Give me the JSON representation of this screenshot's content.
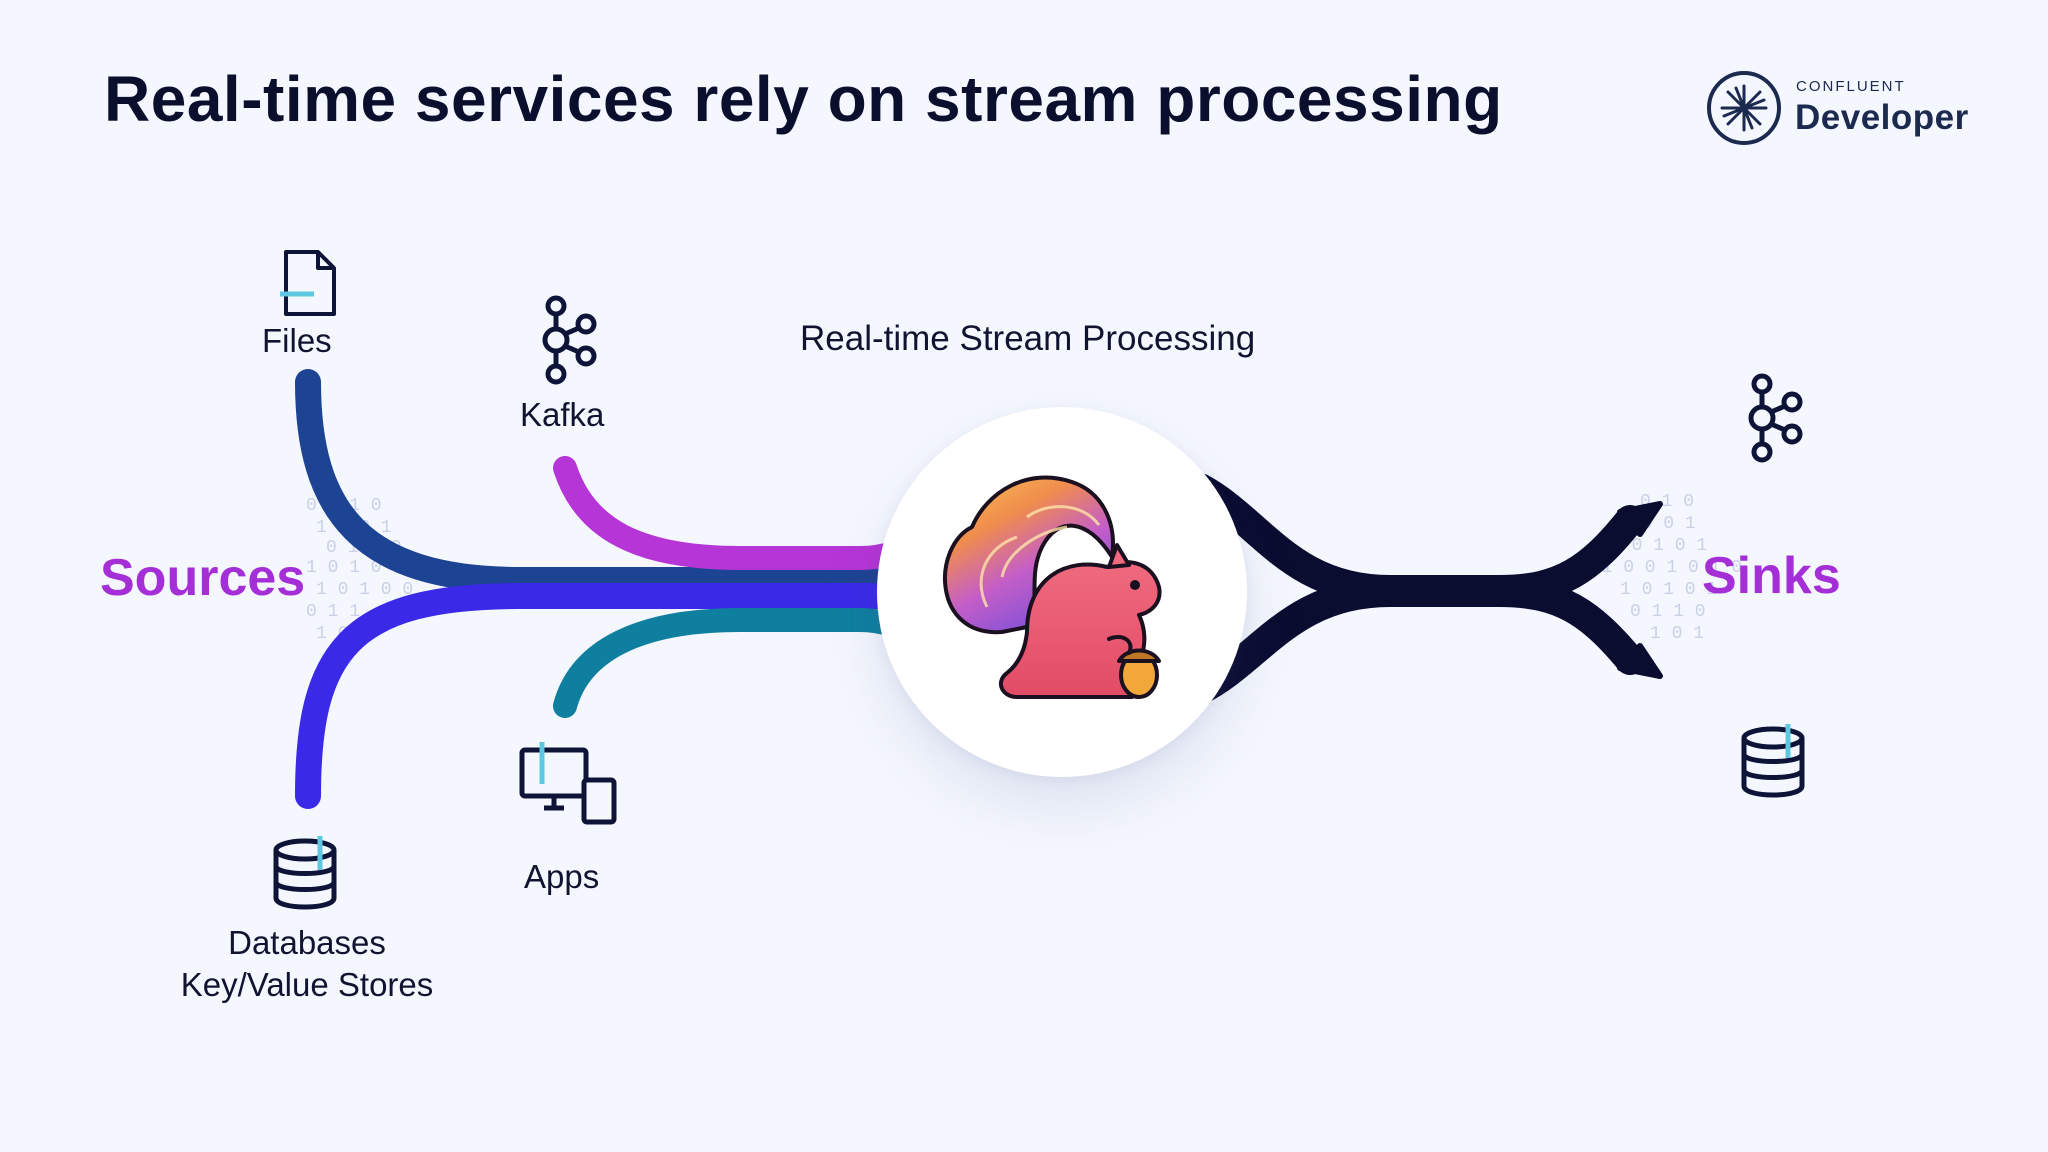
{
  "slide": {
    "title": "Real-time services rely on stream processing"
  },
  "brand": {
    "top_line": "CONFLUENT",
    "name": "Developer",
    "icon": "confluent-starburst-icon"
  },
  "diagram": {
    "processing_label": "Real-time Stream Processing",
    "processor_icon": "flink-squirrel-logo",
    "sources_label": "Sources",
    "sinks_label": "Sinks",
    "sources": [
      {
        "label": "Files",
        "icon": "file-icon",
        "color": "#1d4393"
      },
      {
        "label": "Kafka",
        "icon": "kafka-icon",
        "color": "#b535d6"
      },
      {
        "label": "Apps",
        "icon": "devices-icon",
        "color": "#0f7fa0"
      },
      {
        "label": "Databases",
        "label2": "Key/Value Stores",
        "icon": "database-icon",
        "color": "#3a2ae8"
      }
    ],
    "sinks": [
      {
        "icon": "kafka-icon"
      },
      {
        "icon": "database-icon"
      }
    ],
    "sink_stream_color": "#0a0c30",
    "label_accent": "#a52fd6"
  }
}
